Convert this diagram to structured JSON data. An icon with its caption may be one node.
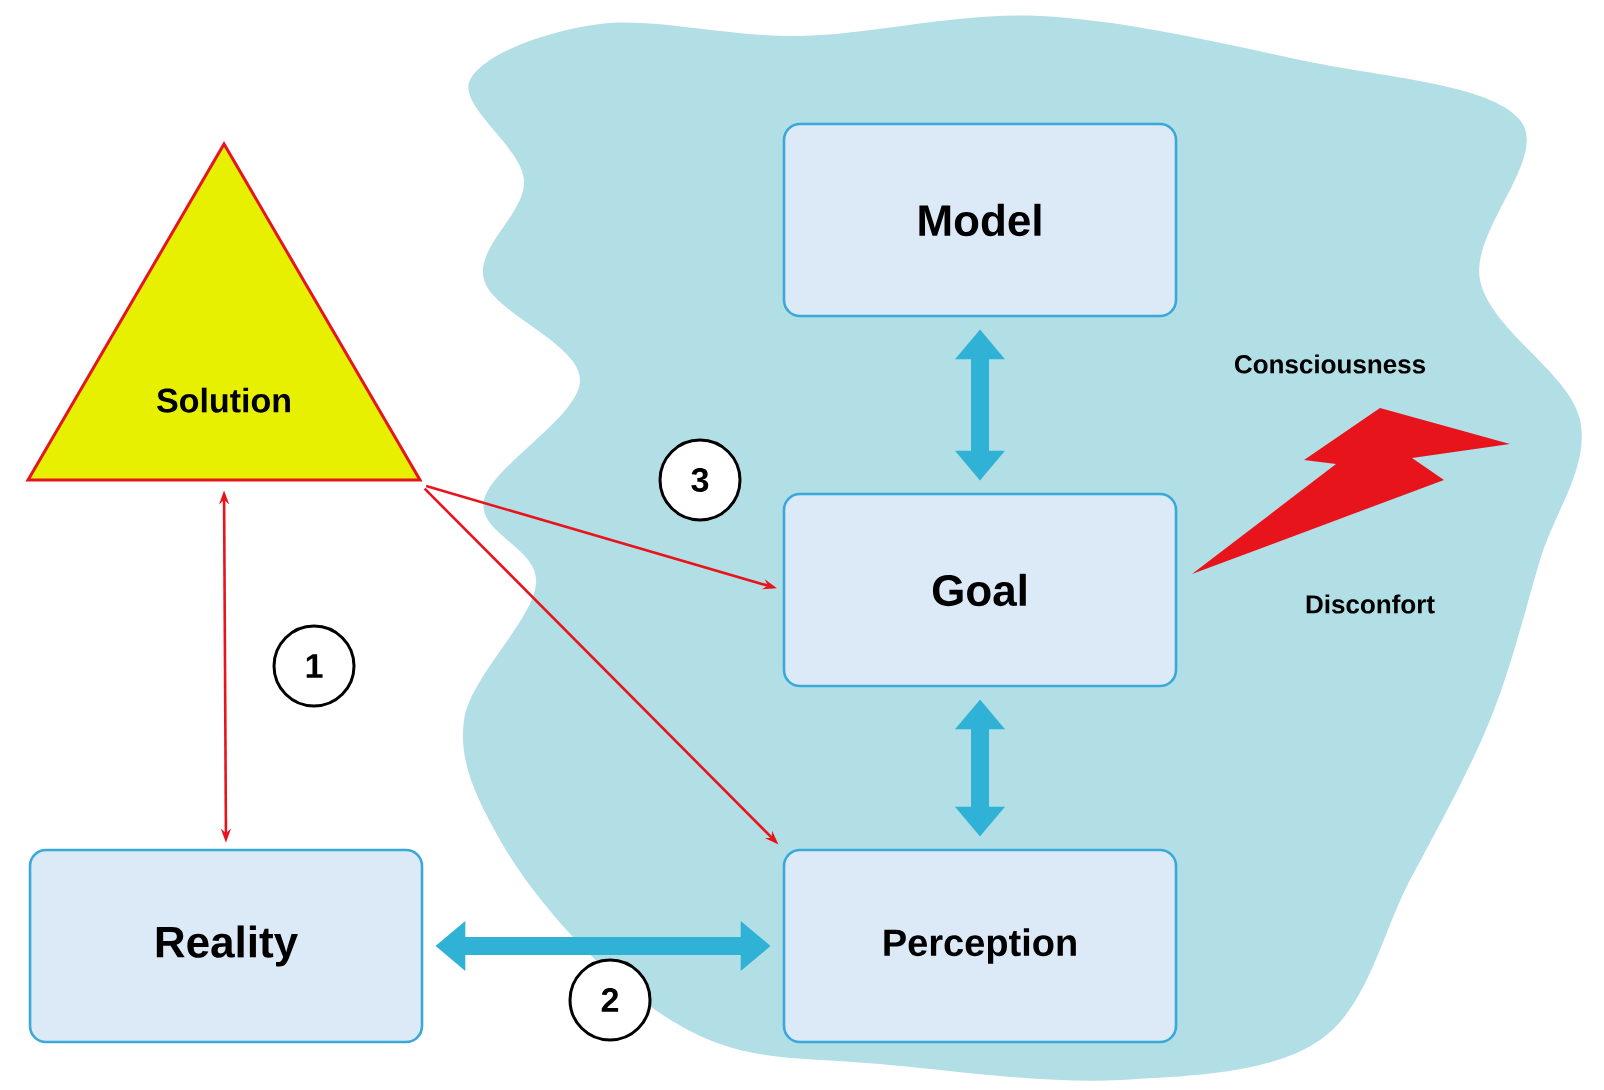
{
  "diagram": {
    "nodes": [
      {
        "text": [
          "Solution"
        ]
      },
      {
        "text": [
          "Model"
        ]
      },
      {
        "text": [
          "Goal"
        ]
      },
      {
        "text": [
          "Perception"
        ]
      },
      {
        "text": [
          "Reality"
        ]
      }
    ],
    "edges": [
      {
        "from": 0,
        "to": 4,
        "arrow": "both",
        "label": "1",
        "color": "#e8141c"
      },
      {
        "from": 0,
        "to": 2,
        "arrow": "to",
        "label": "3",
        "color": "#e8141c"
      },
      {
        "from": 0,
        "to": 3,
        "arrow": "to",
        "color": "#e8141c"
      },
      {
        "from": 1,
        "to": 2,
        "arrow": "both",
        "style": "thick",
        "color": "#2fb2d6"
      },
      {
        "from": 2,
        "to": 3,
        "arrow": "both",
        "style": "thick",
        "color": "#2fb2d6"
      },
      {
        "from": 4,
        "to": 3,
        "arrow": "both",
        "label": "2",
        "style": "thick",
        "color": "#2fb2d6"
      }
    ],
    "labels": [
      "Consciousness",
      "Disconfort"
    ]
  }
}
